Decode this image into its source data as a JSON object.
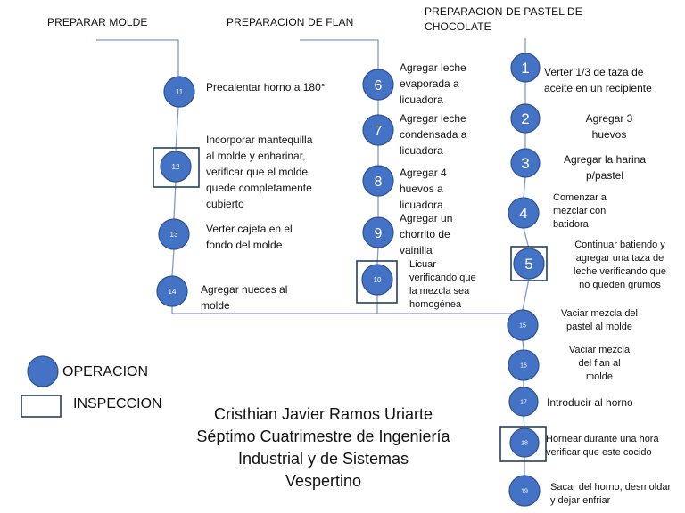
{
  "headers": {
    "molde": "PREPARAR MOLDE",
    "flan": "PREPARACION DE FLAN",
    "pastel_line1": "PREPARACION DE PASTEL DE",
    "pastel_line2": "CHOCOLATE"
  },
  "steps": [
    {
      "number": "1",
      "type": "operation",
      "lines": [
        "Verter 1/3 de taza de",
        "aceite en un recipiente"
      ]
    },
    {
      "number": "2",
      "type": "operation",
      "lines": [
        "Agregar 3",
        "huevos"
      ]
    },
    {
      "number": "3",
      "type": "operation",
      "lines": [
        "Agregar la harina",
        "p/pastel"
      ]
    },
    {
      "number": "4",
      "type": "operation",
      "lines": [
        "Comenzar a",
        "mezclar con",
        "batidora"
      ]
    },
    {
      "number": "5",
      "type": "inspection",
      "lines": [
        "Continuar batiendo  y",
        "agregar una taza de",
        "leche verificando que",
        "no queden grumos"
      ]
    },
    {
      "number": "6",
      "type": "operation",
      "lines": [
        "Agregar leche",
        "evaporada a",
        "licuadora"
      ]
    },
    {
      "number": "7",
      "type": "operation",
      "lines": [
        "Agregar leche",
        "condensada a",
        "licuadora"
      ]
    },
    {
      "number": "8",
      "type": "operation",
      "lines": [
        "Agregar 4",
        "huevos a",
        "licuadora"
      ]
    },
    {
      "number": "9",
      "type": "operation",
      "lines": [
        "Agregar un",
        "chorrito de",
        "vainilla"
      ]
    },
    {
      "number": "10",
      "type": "inspection",
      "lines": [
        "Licuar",
        "verificando que",
        "la mezcla sea",
        "homogénea"
      ]
    },
    {
      "number": "11",
      "type": "operation",
      "lines": [
        "Precalentar horno a 180°"
      ]
    },
    {
      "number": "12",
      "type": "inspection",
      "lines": [
        "Incorporar mantequilla",
        "al molde y enharinar,",
        "verificar que el molde",
        "quede completamente",
        "cubierto"
      ]
    },
    {
      "number": "13",
      "type": "operation",
      "lines": [
        "Verter cajeta en el",
        "fondo del molde"
      ]
    },
    {
      "number": "14",
      "type": "operation",
      "lines": [
        "Agregar nueces al",
        "molde"
      ]
    },
    {
      "number": "15",
      "type": "operation",
      "lines": [
        "Vaciar mezcla del",
        "pastel al molde"
      ]
    },
    {
      "number": "16",
      "type": "operation",
      "lines": [
        "Vaciar mezcla",
        "del flan al",
        "molde"
      ]
    },
    {
      "number": "17",
      "type": "operation",
      "lines": [
        "Introducir al horno"
      ]
    },
    {
      "number": "18",
      "type": "inspection",
      "lines": [
        "Hornear durante una hora",
        "verificar que este cocido"
      ]
    },
    {
      "number": "19",
      "type": "operation",
      "lines": [
        "Sacar del horno, desmoldar",
        "y dejar enfriar"
      ]
    }
  ],
  "legend": {
    "operation": "OPERACION",
    "inspection": "INSPECCION"
  },
  "author": {
    "line1": "Cristhian Javier Ramos Uriarte",
    "line2": "Séptimo Cuatrimestre de Ingeniería",
    "line3": "Industrial y de Sistemas",
    "line4": "Vespertino"
  },
  "colors": {
    "circle_fill": "#4472c4",
    "circle_stroke": "#2f528f",
    "line": "#7f9bc9",
    "box": "#243f60"
  }
}
